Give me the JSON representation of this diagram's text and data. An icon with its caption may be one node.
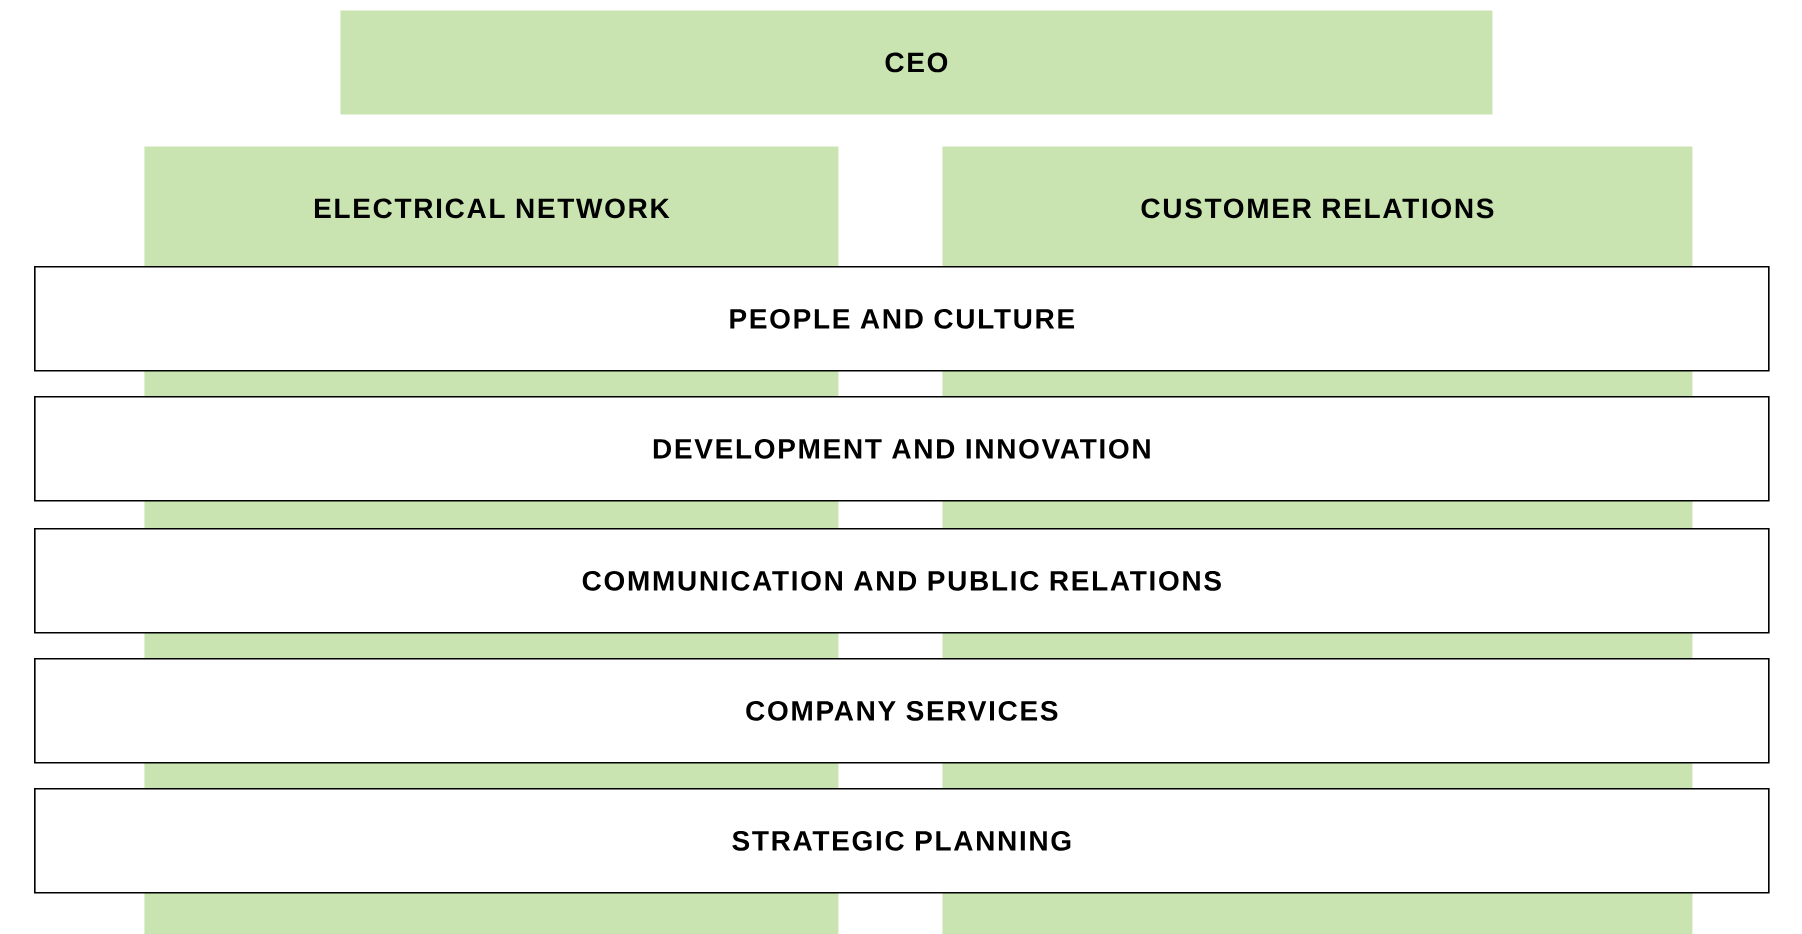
{
  "diagram": {
    "nodes": [
      {
        "text": [
          "CEO"
        ]
      },
      {
        "text": [
          "ELECTRICAL NETWORK"
        ]
      },
      {
        "text": [
          "CUSTOMER RELATIONS"
        ]
      },
      {
        "text": [
          "PEOPLE AND CULTURE"
        ]
      },
      {
        "text": [
          "DEVELOPMENT AND INNOVATION"
        ]
      },
      {
        "text": [
          "COMMUNICATION AND PUBLIC RELATIONS"
        ]
      },
      {
        "text": [
          "COMPANY SERVICES"
        ]
      },
      {
        "text": [
          "STRATEGIC PLANNING"
        ]
      }
    ]
  }
}
